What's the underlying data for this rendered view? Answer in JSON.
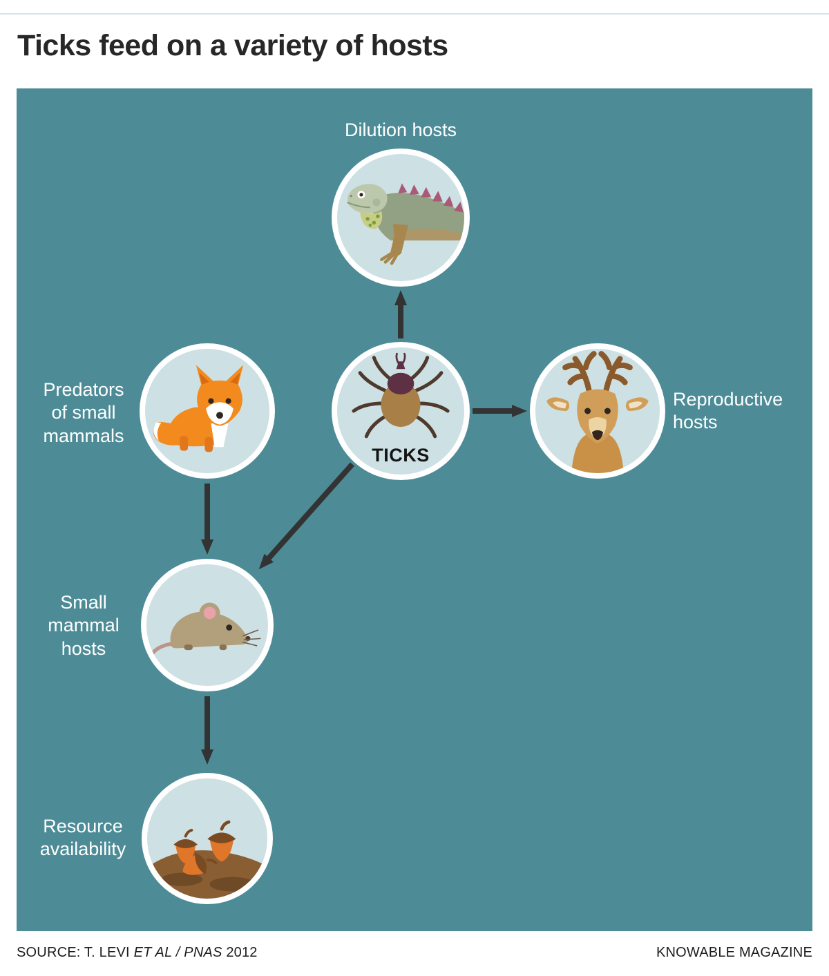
{
  "header": {
    "title": "Ticks feed on a variety of hosts"
  },
  "footer": {
    "source_prefix": "SOURCE: T. LEVI ",
    "source_italic": "ET AL / PNAS",
    "source_year": " 2012",
    "credit": "KNOWABLE MAGAZINE"
  },
  "diagram": {
    "labels": {
      "dilution": "Dilution hosts",
      "predators": [
        "Predators",
        "of small",
        "mammals"
      ],
      "ticks": "TICKS",
      "reproductive": [
        "Reproductive",
        "hosts"
      ],
      "small_mammal": [
        "Small",
        "mammal",
        "hosts"
      ],
      "resource": [
        "Resource",
        "availability"
      ]
    },
    "icons": {
      "dilution": "iguana-icon",
      "predators": "fox-icon",
      "ticks": "tick-icon",
      "reproductive": "deer-icon",
      "small_mammal": "mouse-icon",
      "resource": "acorns-icon"
    },
    "edges": [
      {
        "from": "ticks",
        "to": "dilution"
      },
      {
        "from": "ticks",
        "to": "reproductive"
      },
      {
        "from": "ticks",
        "to": "small_mammal"
      },
      {
        "from": "predators",
        "to": "small_mammal"
      },
      {
        "from": "small_mammal",
        "to": "resource"
      }
    ],
    "colors": {
      "panel": "#4d8c97",
      "circle_fill": "#cde0e4",
      "circle_border": "#ffffff",
      "arrow": "#333333",
      "label_text": "#ffffff",
      "ticks_text": "#141414"
    }
  }
}
